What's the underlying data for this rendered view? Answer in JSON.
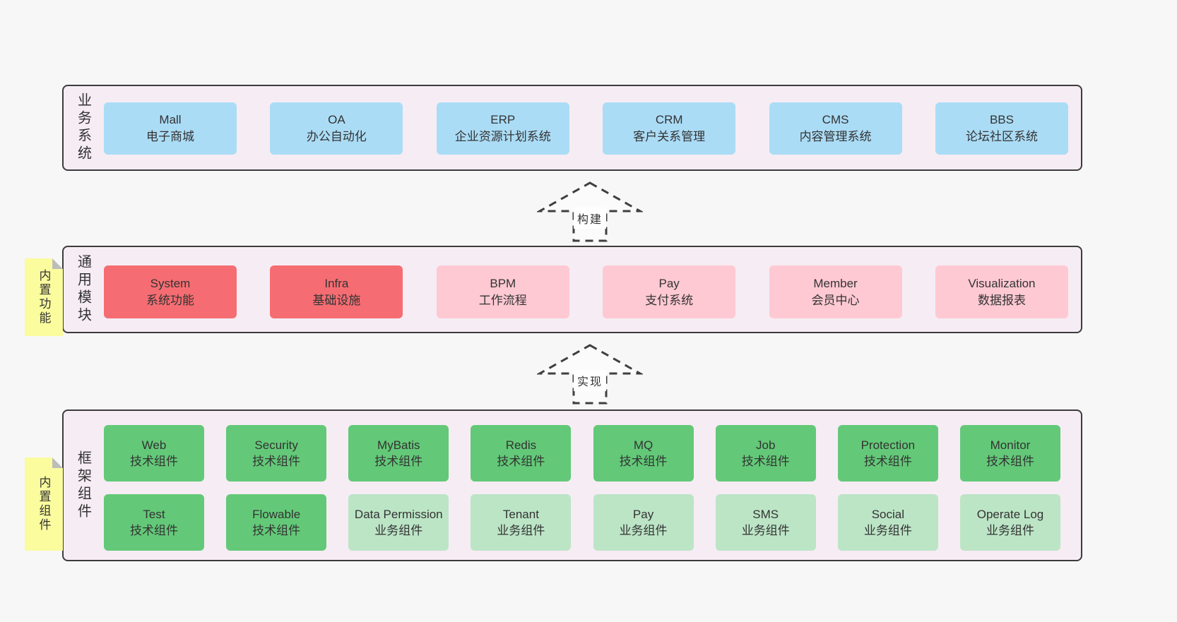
{
  "colors": {
    "page_bg": "#f7f7f7",
    "layer_bg": "#f6ecf4",
    "layer_border": "#3c3c3c",
    "business_box_blue": "#abdcf6",
    "module_box_red": "#f56d72",
    "module_box_pink": "#fec9d3",
    "component_box_green": "#63c978",
    "component_box_lightgreen": "#bce5c6",
    "sticky_yellow": "#fafc9e",
    "sticky_fold_gray": "#bcbcbc",
    "text": "#333333"
  },
  "arrows": [
    {
      "label": "构建"
    },
    {
      "label": "实现"
    }
  ],
  "business_layer": {
    "label": "业务系统",
    "boxes": [
      {
        "title": "Mall",
        "subtitle": "电子商城"
      },
      {
        "title": "OA",
        "subtitle": "办公自动化"
      },
      {
        "title": "ERP",
        "subtitle": "企业资源计划系统"
      },
      {
        "title": "CRM",
        "subtitle": "客户关系管理"
      },
      {
        "title": "CMS",
        "subtitle": "内容管理系统"
      },
      {
        "title": "BBS",
        "subtitle": "论坛社区系统"
      }
    ]
  },
  "module_layer": {
    "label": "通用模块",
    "sticky": "内置功能",
    "boxes": [
      {
        "title": "System",
        "subtitle": "系统功能",
        "variant": "red"
      },
      {
        "title": "Infra",
        "subtitle": "基础设施",
        "variant": "red"
      },
      {
        "title": "BPM",
        "subtitle": "工作流程",
        "variant": "pink"
      },
      {
        "title": "Pay",
        "subtitle": "支付系统",
        "variant": "pink"
      },
      {
        "title": "Member",
        "subtitle": "会员中心",
        "variant": "pink"
      },
      {
        "title": "Visualization",
        "subtitle": "数据报表",
        "variant": "pink"
      }
    ]
  },
  "component_layer": {
    "label": "框架组件",
    "sticky": "内置组件",
    "row1": [
      {
        "title": "Web",
        "subtitle": "技术组件",
        "variant": "green"
      },
      {
        "title": "Security",
        "subtitle": "技术组件",
        "variant": "green"
      },
      {
        "title": "MyBatis",
        "subtitle": "技术组件",
        "variant": "green"
      },
      {
        "title": "Redis",
        "subtitle": "技术组件",
        "variant": "green"
      },
      {
        "title": "MQ",
        "subtitle": "技术组件",
        "variant": "green"
      },
      {
        "title": "Job",
        "subtitle": "技术组件",
        "variant": "green"
      },
      {
        "title": "Protection",
        "subtitle": "技术组件",
        "variant": "green"
      },
      {
        "title": "Monitor",
        "subtitle": "技术组件",
        "variant": "green"
      }
    ],
    "row2": [
      {
        "title": "Test",
        "subtitle": "技术组件",
        "variant": "green"
      },
      {
        "title": "Flowable",
        "subtitle": "技术组件",
        "variant": "green"
      },
      {
        "title": "Data Permission",
        "subtitle": "业务组件",
        "variant": "lightgreen"
      },
      {
        "title": "Tenant",
        "subtitle": "业务组件",
        "variant": "lightgreen"
      },
      {
        "title": "Pay",
        "subtitle": "业务组件",
        "variant": "lightgreen"
      },
      {
        "title": "SMS",
        "subtitle": "业务组件",
        "variant": "lightgreen"
      },
      {
        "title": "Social",
        "subtitle": "业务组件",
        "variant": "lightgreen"
      },
      {
        "title": "Operate Log",
        "subtitle": "业务组件",
        "variant": "lightgreen"
      }
    ]
  }
}
